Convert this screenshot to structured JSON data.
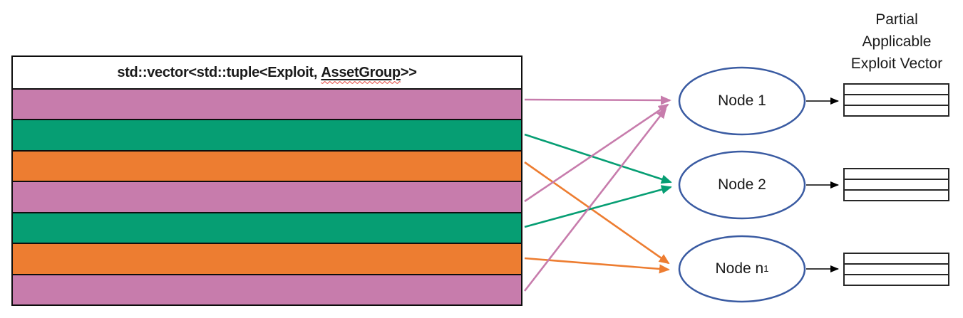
{
  "vector_table": {
    "header": {
      "prefix": "std::vector<std::tuple<Exploit, ",
      "underlined": "AssetGroup",
      "suffix": ">>"
    },
    "rows": [
      {
        "color": "#C77CAC",
        "maps_to": "Node 1"
      },
      {
        "color": "#069E73",
        "maps_to": "Node 2"
      },
      {
        "color": "#ED7D31",
        "maps_to": "Node n1"
      },
      {
        "color": "#C77CAC",
        "maps_to": "Node 1"
      },
      {
        "color": "#069E73",
        "maps_to": "Node 2"
      },
      {
        "color": "#ED7D31",
        "maps_to": "Node n1"
      },
      {
        "color": "#C77CAC",
        "maps_to": "Node 1"
      }
    ]
  },
  "nodes": [
    {
      "name": "Node 1",
      "sub": ""
    },
    {
      "name": "Node 2",
      "sub": ""
    },
    {
      "name": "Node n",
      "sub": "1"
    }
  ],
  "output_caption": {
    "line1": "Partial",
    "line2": "Applicable",
    "line3": "Exploit Vector"
  },
  "mini_tables": {
    "count": 3,
    "rows_each": 3
  },
  "arrows": [
    {
      "from_row": 0,
      "to_node": "Node 1",
      "color_key": "pink"
    },
    {
      "from_row": 1,
      "to_node": "Node 2",
      "color_key": "green"
    },
    {
      "from_row": 2,
      "to_node": "Node n1",
      "color_key": "orange"
    },
    {
      "from_row": 3,
      "to_node": "Node 1",
      "color_key": "pink"
    },
    {
      "from_row": 4,
      "to_node": "Node 2",
      "color_key": "green"
    },
    {
      "from_row": 5,
      "to_node": "Node n1",
      "color_key": "orange"
    },
    {
      "from_row": 6,
      "to_node": "Node 1",
      "color_key": "pink"
    }
  ],
  "colors": {
    "pink": "#C77CAC",
    "green": "#069E73",
    "orange": "#ED7D31",
    "node_stroke": "#3A5BA2",
    "arrow_black": "#000000",
    "squiggle": "#E03C31"
  }
}
